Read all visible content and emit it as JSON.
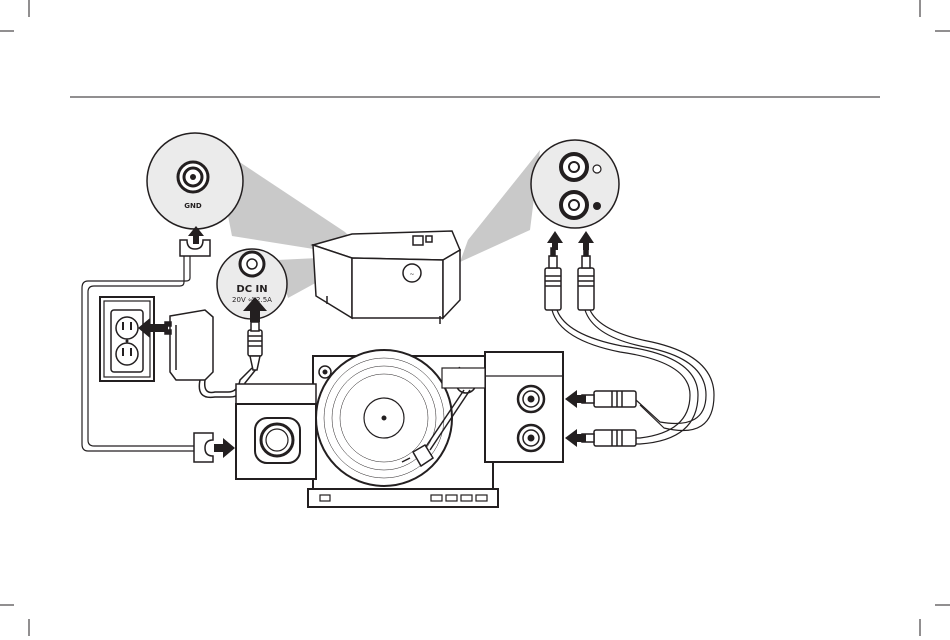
{
  "labels": {
    "gnd": "GND",
    "dc_in": "DC IN",
    "dc_spec": "20V ⏎ 2.5A"
  },
  "colors": {
    "ink": "#231f20",
    "beam": "#c9c9c9",
    "callout_fill": "#ebebeb",
    "paper": "#ffffff"
  },
  "icons": {
    "arrows": "filled-black-arrow",
    "speaker_logo": "script-logo-icon"
  }
}
